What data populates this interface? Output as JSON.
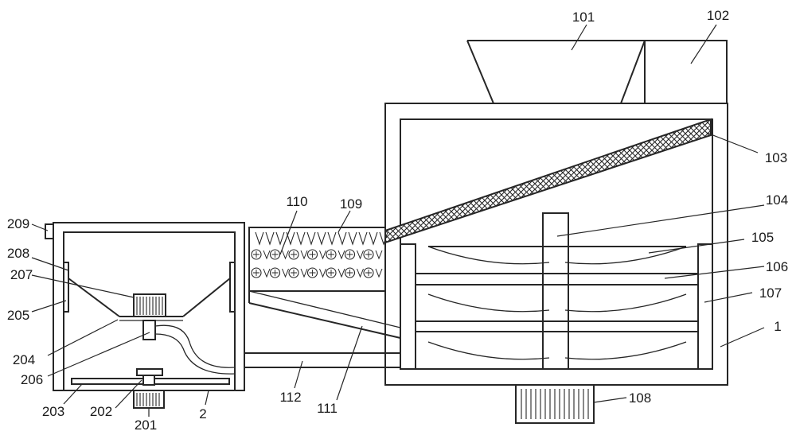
{
  "labels": {
    "l101": "101",
    "l102": "102",
    "l103": "103",
    "l104": "104",
    "l105": "105",
    "l106": "106",
    "l107": "107",
    "l1": "1",
    "l108": "108",
    "l109": "109",
    "l110": "110",
    "l111": "111",
    "l112": "112",
    "l209": "209",
    "l208": "208",
    "l207": "207",
    "l205": "205",
    "l204": "204",
    "l206": "206",
    "l203": "203",
    "l202": "202",
    "l201": "201",
    "l2": "2"
  },
  "colors": {
    "line": "#262626",
    "background": "#ffffff"
  }
}
